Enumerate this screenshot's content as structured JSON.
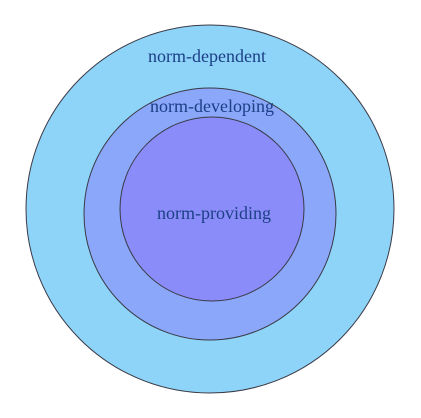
{
  "diagram": {
    "rings": [
      {
        "id": "outer",
        "label": "norm-dependent"
      },
      {
        "id": "middle",
        "label": "norm-developing"
      },
      {
        "id": "inner",
        "label": "norm-providing"
      }
    ]
  },
  "colors": {
    "outer_fill": "#8ED4F9",
    "middle_fill": "#8AA7F9",
    "inner_fill": "#8A8CF9",
    "stroke": "#3A3A46",
    "label_text": "#1C3F86",
    "background": "#FFFFFF"
  }
}
